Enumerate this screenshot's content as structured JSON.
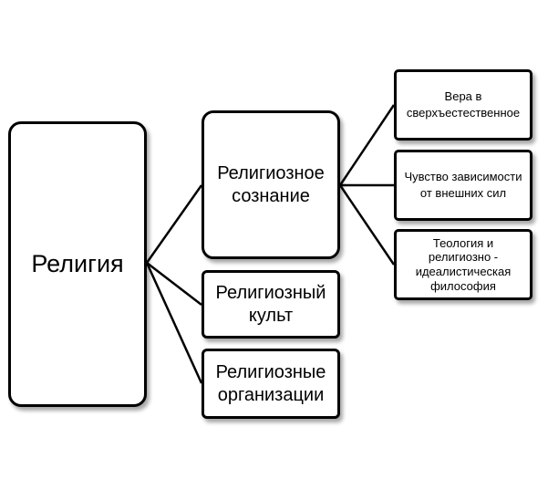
{
  "diagram": {
    "root": {
      "label": "Религия"
    },
    "branches": [
      {
        "label": "Религиозное сознание"
      },
      {
        "label": "Религиозный культ"
      },
      {
        "label": "Религиозные организации"
      }
    ],
    "leaves": [
      {
        "label": "Вера в сверхъестественное"
      },
      {
        "label": "Чувство зависимости от внешних сил"
      },
      {
        "label": "Теология  и религиозно - идеалистическая философия"
      }
    ],
    "colors": {
      "line": "#000000",
      "box_border": "#000000",
      "box_fill": "#ffffff"
    }
  }
}
